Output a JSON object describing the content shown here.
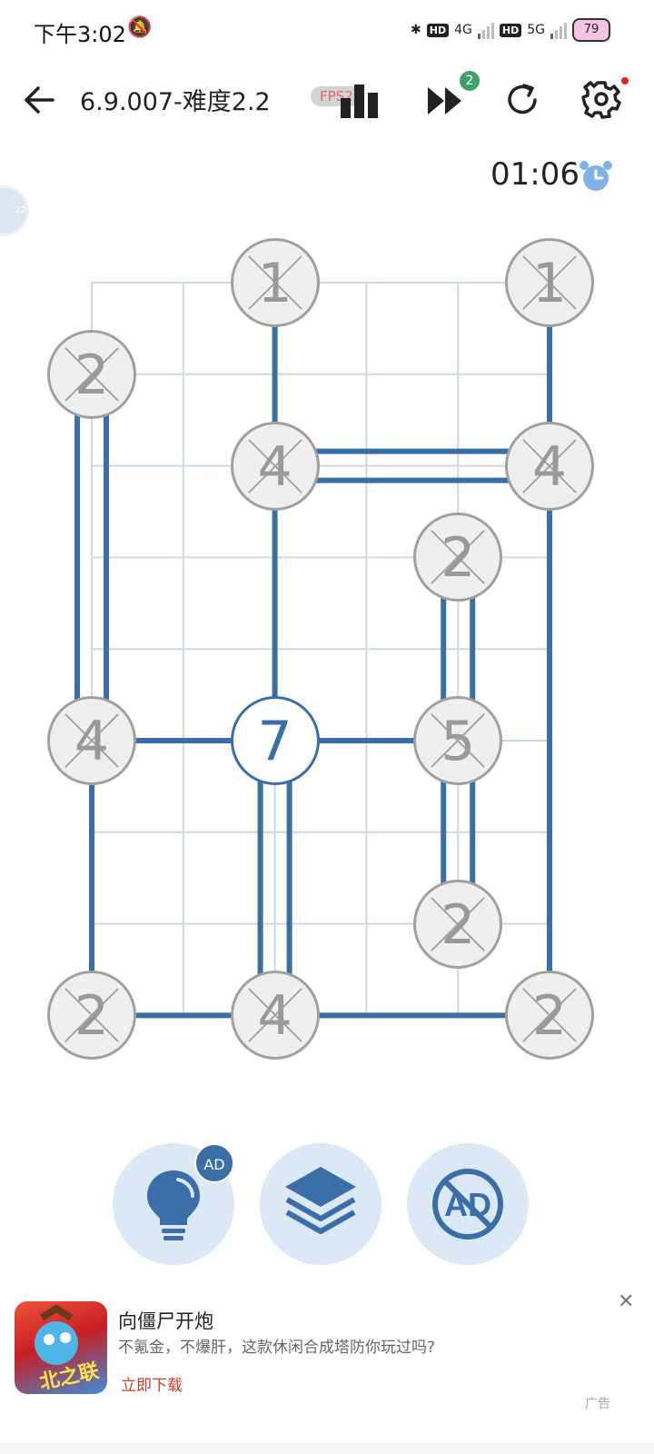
{
  "status_bar": {
    "time": "下午3:02",
    "network_left": "4G",
    "network_right": "5G",
    "hd_label": "HD",
    "battery": "79"
  },
  "toolbar": {
    "title": "6.9.007-难度2.2",
    "fps_label": "FPS2",
    "skip_badge": "2"
  },
  "timer": "01:06",
  "side_float_label": "22",
  "board": {
    "nodes": [
      {
        "value": "1",
        "col": 2,
        "row": 0,
        "state": "done"
      },
      {
        "value": "1",
        "col": 5,
        "row": 0,
        "state": "done"
      },
      {
        "value": "2",
        "col": 0,
        "row": 1,
        "state": "done"
      },
      {
        "value": "4",
        "col": 2,
        "row": 2,
        "state": "done"
      },
      {
        "value": "4",
        "col": 5,
        "row": 2,
        "state": "done"
      },
      {
        "value": "2",
        "col": 4,
        "row": 3,
        "state": "done"
      },
      {
        "value": "4",
        "col": 0,
        "row": 5,
        "state": "done"
      },
      {
        "value": "7",
        "col": 2,
        "row": 5,
        "state": "open"
      },
      {
        "value": "5",
        "col": 4,
        "row": 5,
        "state": "done"
      },
      {
        "value": "2",
        "col": 4,
        "row": 7,
        "state": "done"
      },
      {
        "value": "2",
        "col": 0,
        "row": 8,
        "state": "done"
      },
      {
        "value": "4",
        "col": 2,
        "row": 8,
        "state": "done"
      },
      {
        "value": "2",
        "col": 5,
        "row": 8,
        "state": "done"
      }
    ],
    "bridges": [
      {
        "from": [
          2,
          0
        ],
        "to": [
          2,
          2
        ],
        "count": 1
      },
      {
        "from": [
          5,
          0
        ],
        "to": [
          5,
          2
        ],
        "count": 1
      },
      {
        "from": [
          0,
          1
        ],
        "to": [
          0,
          5
        ],
        "count": 2
      },
      {
        "from": [
          2,
          2
        ],
        "to": [
          5,
          2
        ],
        "count": 2
      },
      {
        "from": [
          2,
          2
        ],
        "to": [
          2,
          5
        ],
        "count": 1
      },
      {
        "from": [
          5,
          2
        ],
        "to": [
          5,
          8
        ],
        "count": 1
      },
      {
        "from": [
          4,
          3
        ],
        "to": [
          4,
          5
        ],
        "count": 2
      },
      {
        "from": [
          0,
          5
        ],
        "to": [
          2,
          5
        ],
        "count": 1
      },
      {
        "from": [
          2,
          5
        ],
        "to": [
          4,
          5
        ],
        "count": 1
      },
      {
        "from": [
          0,
          5
        ],
        "to": [
          0,
          8
        ],
        "count": 1
      },
      {
        "from": [
          2,
          5
        ],
        "to": [
          2,
          8
        ],
        "count": 2
      },
      {
        "from": [
          4,
          5
        ],
        "to": [
          4,
          7
        ],
        "count": 2
      },
      {
        "from": [
          0,
          8
        ],
        "to": [
          2,
          8
        ],
        "count": 1
      },
      {
        "from": [
          2,
          8
        ],
        "to": [
          5,
          8
        ],
        "count": 1
      }
    ],
    "colors": {
      "bridge": "#3a6ea7",
      "grid": "#c9d9e6",
      "node_done": "#a0a0a0"
    }
  },
  "actions": {
    "hint_ad_badge": "AD",
    "icons": [
      "lightbulb-icon",
      "layers-icon",
      "no-ad-icon"
    ]
  },
  "ad": {
    "title": "向僵尸开炮",
    "description": "不氪金，不爆肝，这款休闲合成塔防你玩过吗?",
    "cta": "立即下载",
    "label": "广告",
    "image_caption": "北之联动"
  }
}
